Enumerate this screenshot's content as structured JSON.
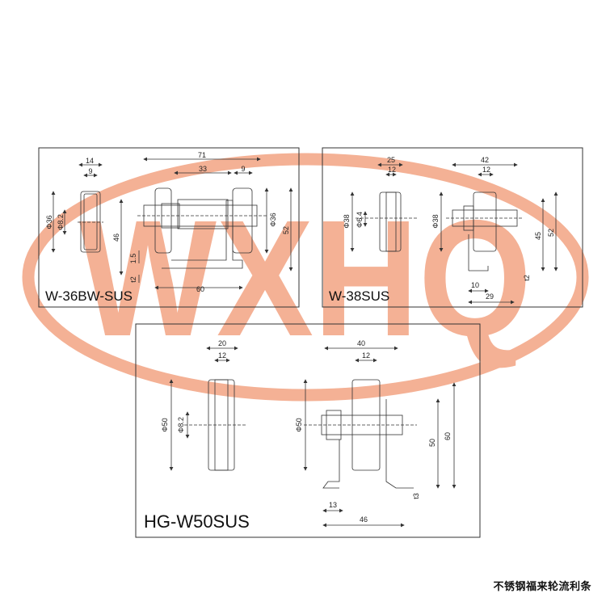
{
  "watermark": {
    "text": "WXHQ",
    "color": "#f2a07e"
  },
  "caption": "不锈钢福来轮流利条",
  "panels": [
    {
      "model": "W-36BW-SUS",
      "dims": [
        "14",
        "9",
        "71",
        "33",
        "9",
        "Φ36",
        "Φ8.2",
        "46",
        "Φ36",
        "52",
        "1.5",
        "t2",
        "60"
      ]
    },
    {
      "model": "W-38SUS",
      "dims": [
        "25",
        "12",
        "42",
        "12",
        "Φ38",
        "Φ6.4",
        "Φ38",
        "45",
        "52",
        "t2",
        "10",
        "29"
      ]
    },
    {
      "model": "HG-W50SUS",
      "dims": [
        "20",
        "12",
        "40",
        "12",
        "Φ50",
        "Φ8.2",
        "Φ50",
        "50",
        "60",
        "t3",
        "13",
        "46"
      ]
    }
  ]
}
